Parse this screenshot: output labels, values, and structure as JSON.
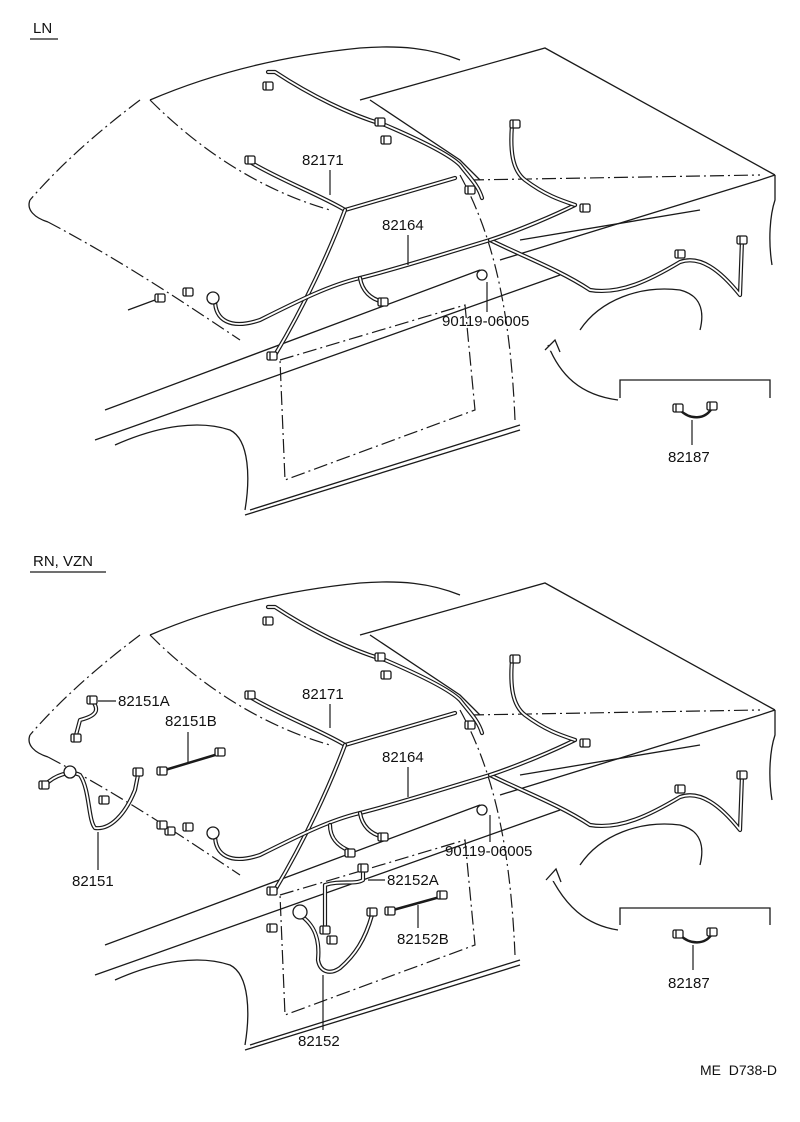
{
  "diagram_id": "ME  D738-D",
  "sections": [
    {
      "label": "LN",
      "parts": {
        "roof_harness": "82171",
        "floor_harness": "82164",
        "clamp": "90119-06005",
        "inset_harness": "82187"
      }
    },
    {
      "label": "RN, VZN",
      "parts": {
        "roof_harness": "82171",
        "floor_harness": "82164",
        "clamp": "90119-06005",
        "inset_harness": "82187",
        "door_harness_front": "82151",
        "door_harness_front_a": "82151A",
        "door_harness_front_b": "82151B",
        "door_harness_rear": "82152",
        "door_harness_rear_a": "82152A",
        "door_harness_rear_b": "82152B"
      }
    }
  ]
}
